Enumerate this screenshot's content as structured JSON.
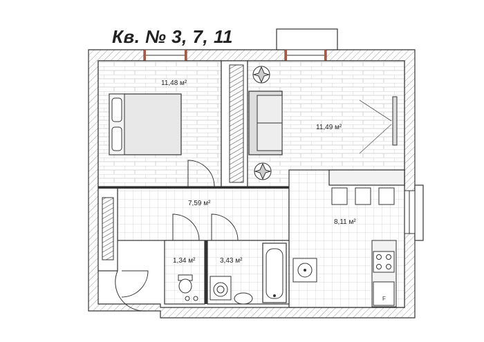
{
  "title": "Кв. № 3, 7, 11",
  "rooms": [
    {
      "id": "bedroom",
      "area": "11,48 м²"
    },
    {
      "id": "living",
      "area": "11,49 м²"
    },
    {
      "id": "hall",
      "area": "7,59 м²"
    },
    {
      "id": "kitchen",
      "area": "8,11 м²"
    },
    {
      "id": "wc",
      "area": "1,34 м²"
    },
    {
      "id": "bath",
      "area": "3,43 м²"
    }
  ],
  "colors": {
    "wall": "#333333",
    "hatch": "#9a9a9a",
    "furniture": "#e0e0e0",
    "window_mark": "#b5533c"
  }
}
